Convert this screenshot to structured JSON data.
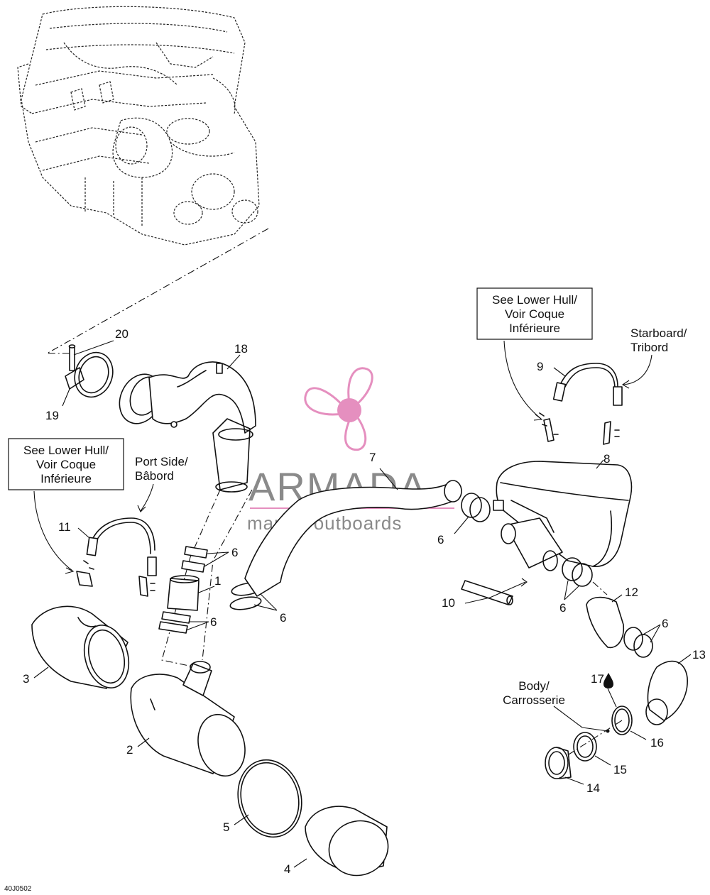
{
  "diagram_code": "40J0502",
  "watermark": {
    "brand": "ARMADA",
    "tagline": "marine outboards",
    "accent_color": "#e58fbf",
    "text_color": "#8a8a8a"
  },
  "notes": {
    "lower_hull_right": [
      "See Lower Hull/",
      "Voir Coque",
      "Inférieure"
    ],
    "lower_hull_left": [
      "See Lower Hull/",
      "Voir Coque",
      "Inférieure"
    ],
    "starboard": [
      "Starboard/",
      "Tribord"
    ],
    "port_side": [
      "Port Side/",
      "Bâbord"
    ],
    "body": [
      "Body/",
      "Carrosserie"
    ]
  },
  "callouts": {
    "c1": "1",
    "c2": "2",
    "c3": "3",
    "c4": "4",
    "c5": "5",
    "c6a": "6",
    "c6b": "6",
    "c6c": "6",
    "c6d": "6",
    "c6e": "6",
    "c6f": "6",
    "c7": "7",
    "c8": "8",
    "c9": "9",
    "c10": "10",
    "c11": "11",
    "c12": "12",
    "c13": "13",
    "c14": "14",
    "c15": "15",
    "c16": "16",
    "c17": "17",
    "c18": "18",
    "c19": "19",
    "c20": "20"
  },
  "icons": [
    "engine-illustration",
    "propeller-logo-icon",
    "sealant-drop-icon"
  ]
}
